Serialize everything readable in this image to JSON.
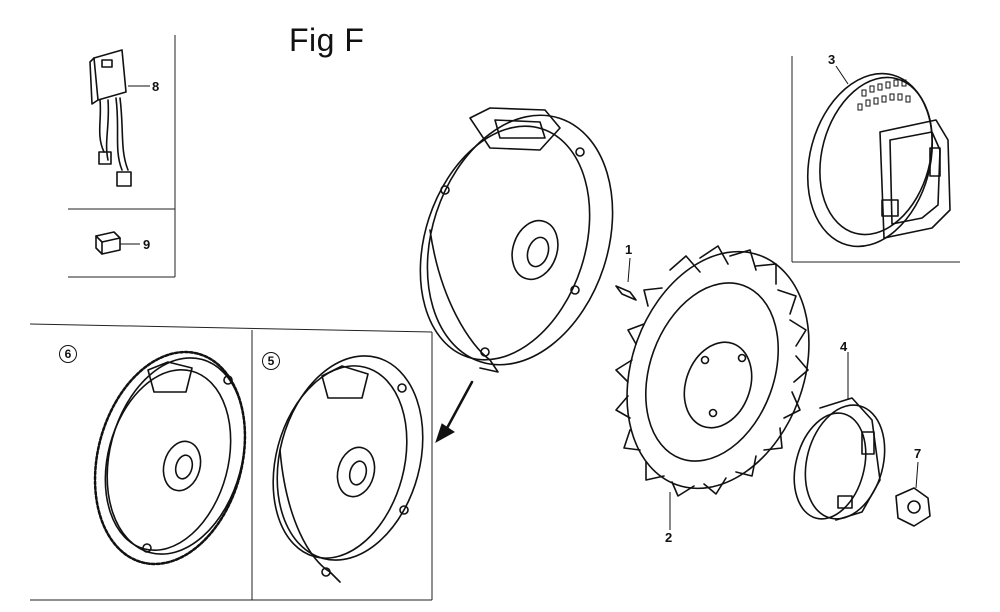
{
  "title": "Fig F",
  "callouts": {
    "part_1": "1",
    "part_2": "2",
    "part_3": "3",
    "part_4": "4",
    "part_5": "5",
    "part_6": "6",
    "part_7": "7",
    "part_8": "8",
    "part_9": "9"
  }
}
